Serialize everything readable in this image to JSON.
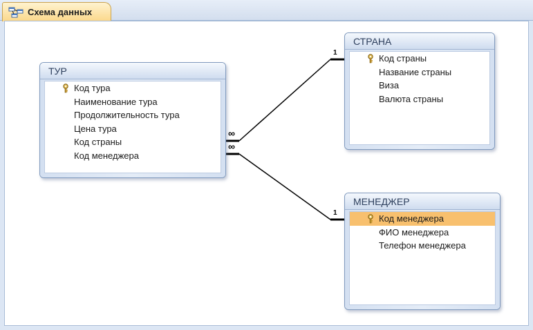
{
  "tab": {
    "label": "Схема данных",
    "icon": "relationships-icon"
  },
  "tables": {
    "tour": {
      "title": "ТУР",
      "fields": [
        "Код тура",
        "Наименование тура",
        "Продолжительность тура",
        "Цена тура",
        "Код страны",
        "Код менеджера"
      ],
      "key_field_index": 0
    },
    "country": {
      "title": "СТРАНА",
      "fields": [
        "Код страны",
        "Название страны",
        "Виза",
        "Валюта страны"
      ],
      "key_field_index": 0
    },
    "manager": {
      "title": "МЕНЕДЖЕР",
      "fields": [
        "Код менеджера",
        "ФИО менеджера",
        "Телефон менеджера"
      ],
      "key_field_index": 0,
      "selected_field_index": 0
    }
  },
  "relationships": [
    {
      "from_table": "ТУР",
      "from_field": "Код страны",
      "to_table": "СТРАНА",
      "to_field": "Код страны",
      "many_label": "∞",
      "one_label": "1"
    },
    {
      "from_table": "ТУР",
      "from_field": "Код менеджера",
      "to_table": "МЕНЕДЖЕР",
      "to_field": "Код менеджера",
      "many_label": "∞",
      "one_label": "1"
    }
  ],
  "colors": {
    "selection": "#f8c06e",
    "tab_gold": "#fbd88a",
    "table_border": "#7f99bd"
  }
}
